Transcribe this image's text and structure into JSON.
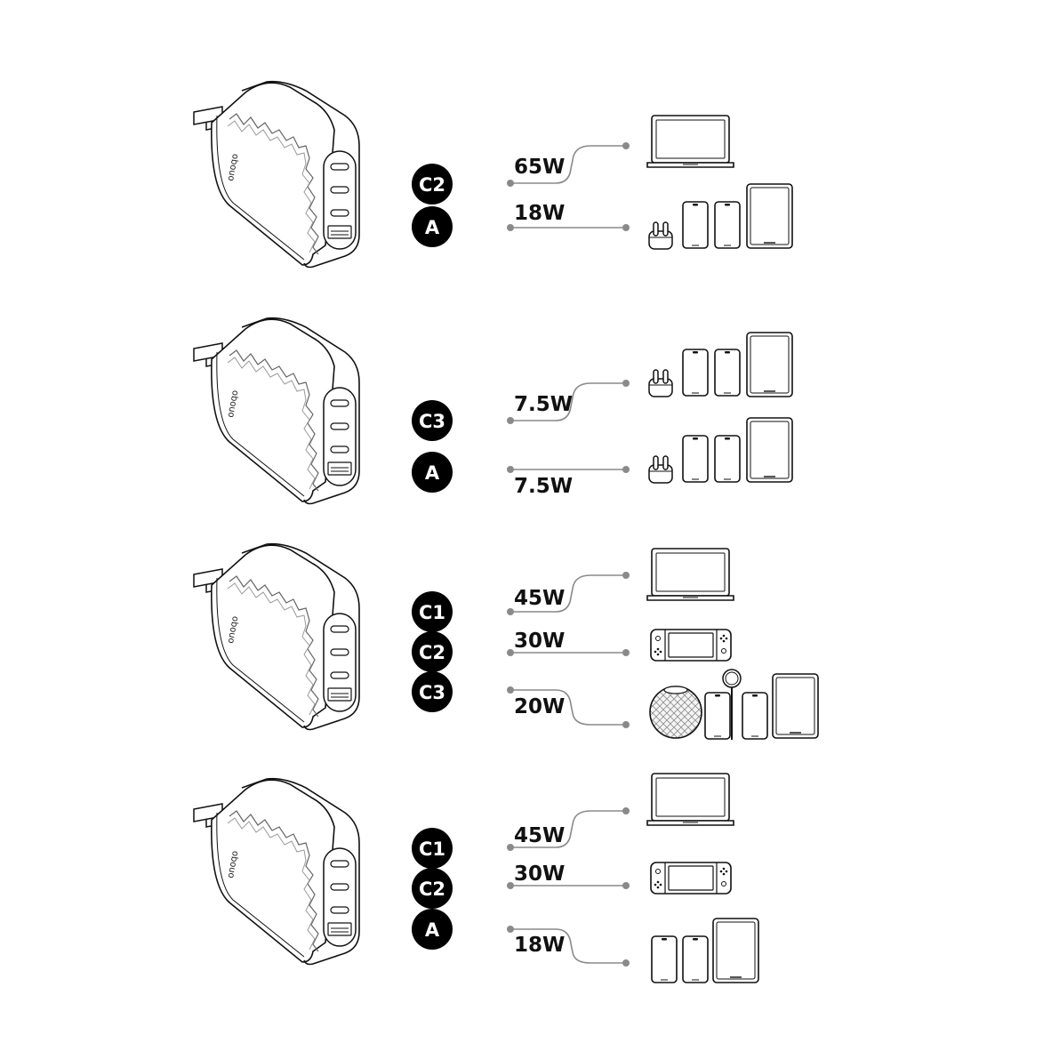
{
  "brand_text": "onoqo",
  "colors": {
    "ink": "#111111",
    "line": "#8a8a8a",
    "badge": "#000000",
    "badge_text": "#ffffff"
  },
  "configs": [
    {
      "ports": [
        "C2",
        "A"
      ],
      "outputs": [
        {
          "watts": "65W",
          "devices": [
            "laptop-icon"
          ]
        },
        {
          "watts": "18W",
          "devices": [
            "earbuds-icon",
            "phone-icon",
            "phone-icon",
            "tablet-icon"
          ]
        }
      ]
    },
    {
      "ports": [
        "C3",
        "A"
      ],
      "outputs": [
        {
          "watts": "7.5W",
          "devices": [
            "earbuds-icon",
            "phone-icon",
            "phone-icon",
            "tablet-icon"
          ]
        },
        {
          "watts": "7.5W",
          "devices": [
            "earbuds-icon",
            "phone-icon",
            "phone-icon",
            "tablet-icon"
          ]
        }
      ]
    },
    {
      "ports": [
        "C1",
        "C2",
        "C3"
      ],
      "outputs": [
        {
          "watts": "45W",
          "devices": [
            "laptop-icon"
          ]
        },
        {
          "watts": "30W",
          "devices": [
            "game-console-icon"
          ]
        },
        {
          "watts": "20W",
          "devices": [
            "smart-speaker-icon",
            "phone-icon",
            "magsafe-charger-icon",
            "phone-icon",
            "tablet-icon"
          ]
        }
      ]
    },
    {
      "ports": [
        "C1",
        "C2",
        "A"
      ],
      "outputs": [
        {
          "watts": "45W",
          "devices": [
            "laptop-icon"
          ]
        },
        {
          "watts": "30W",
          "devices": [
            "game-console-icon"
          ]
        },
        {
          "watts": "18W",
          "devices": [
            "phone-icon",
            "phone-icon",
            "tablet-icon"
          ]
        }
      ]
    }
  ]
}
